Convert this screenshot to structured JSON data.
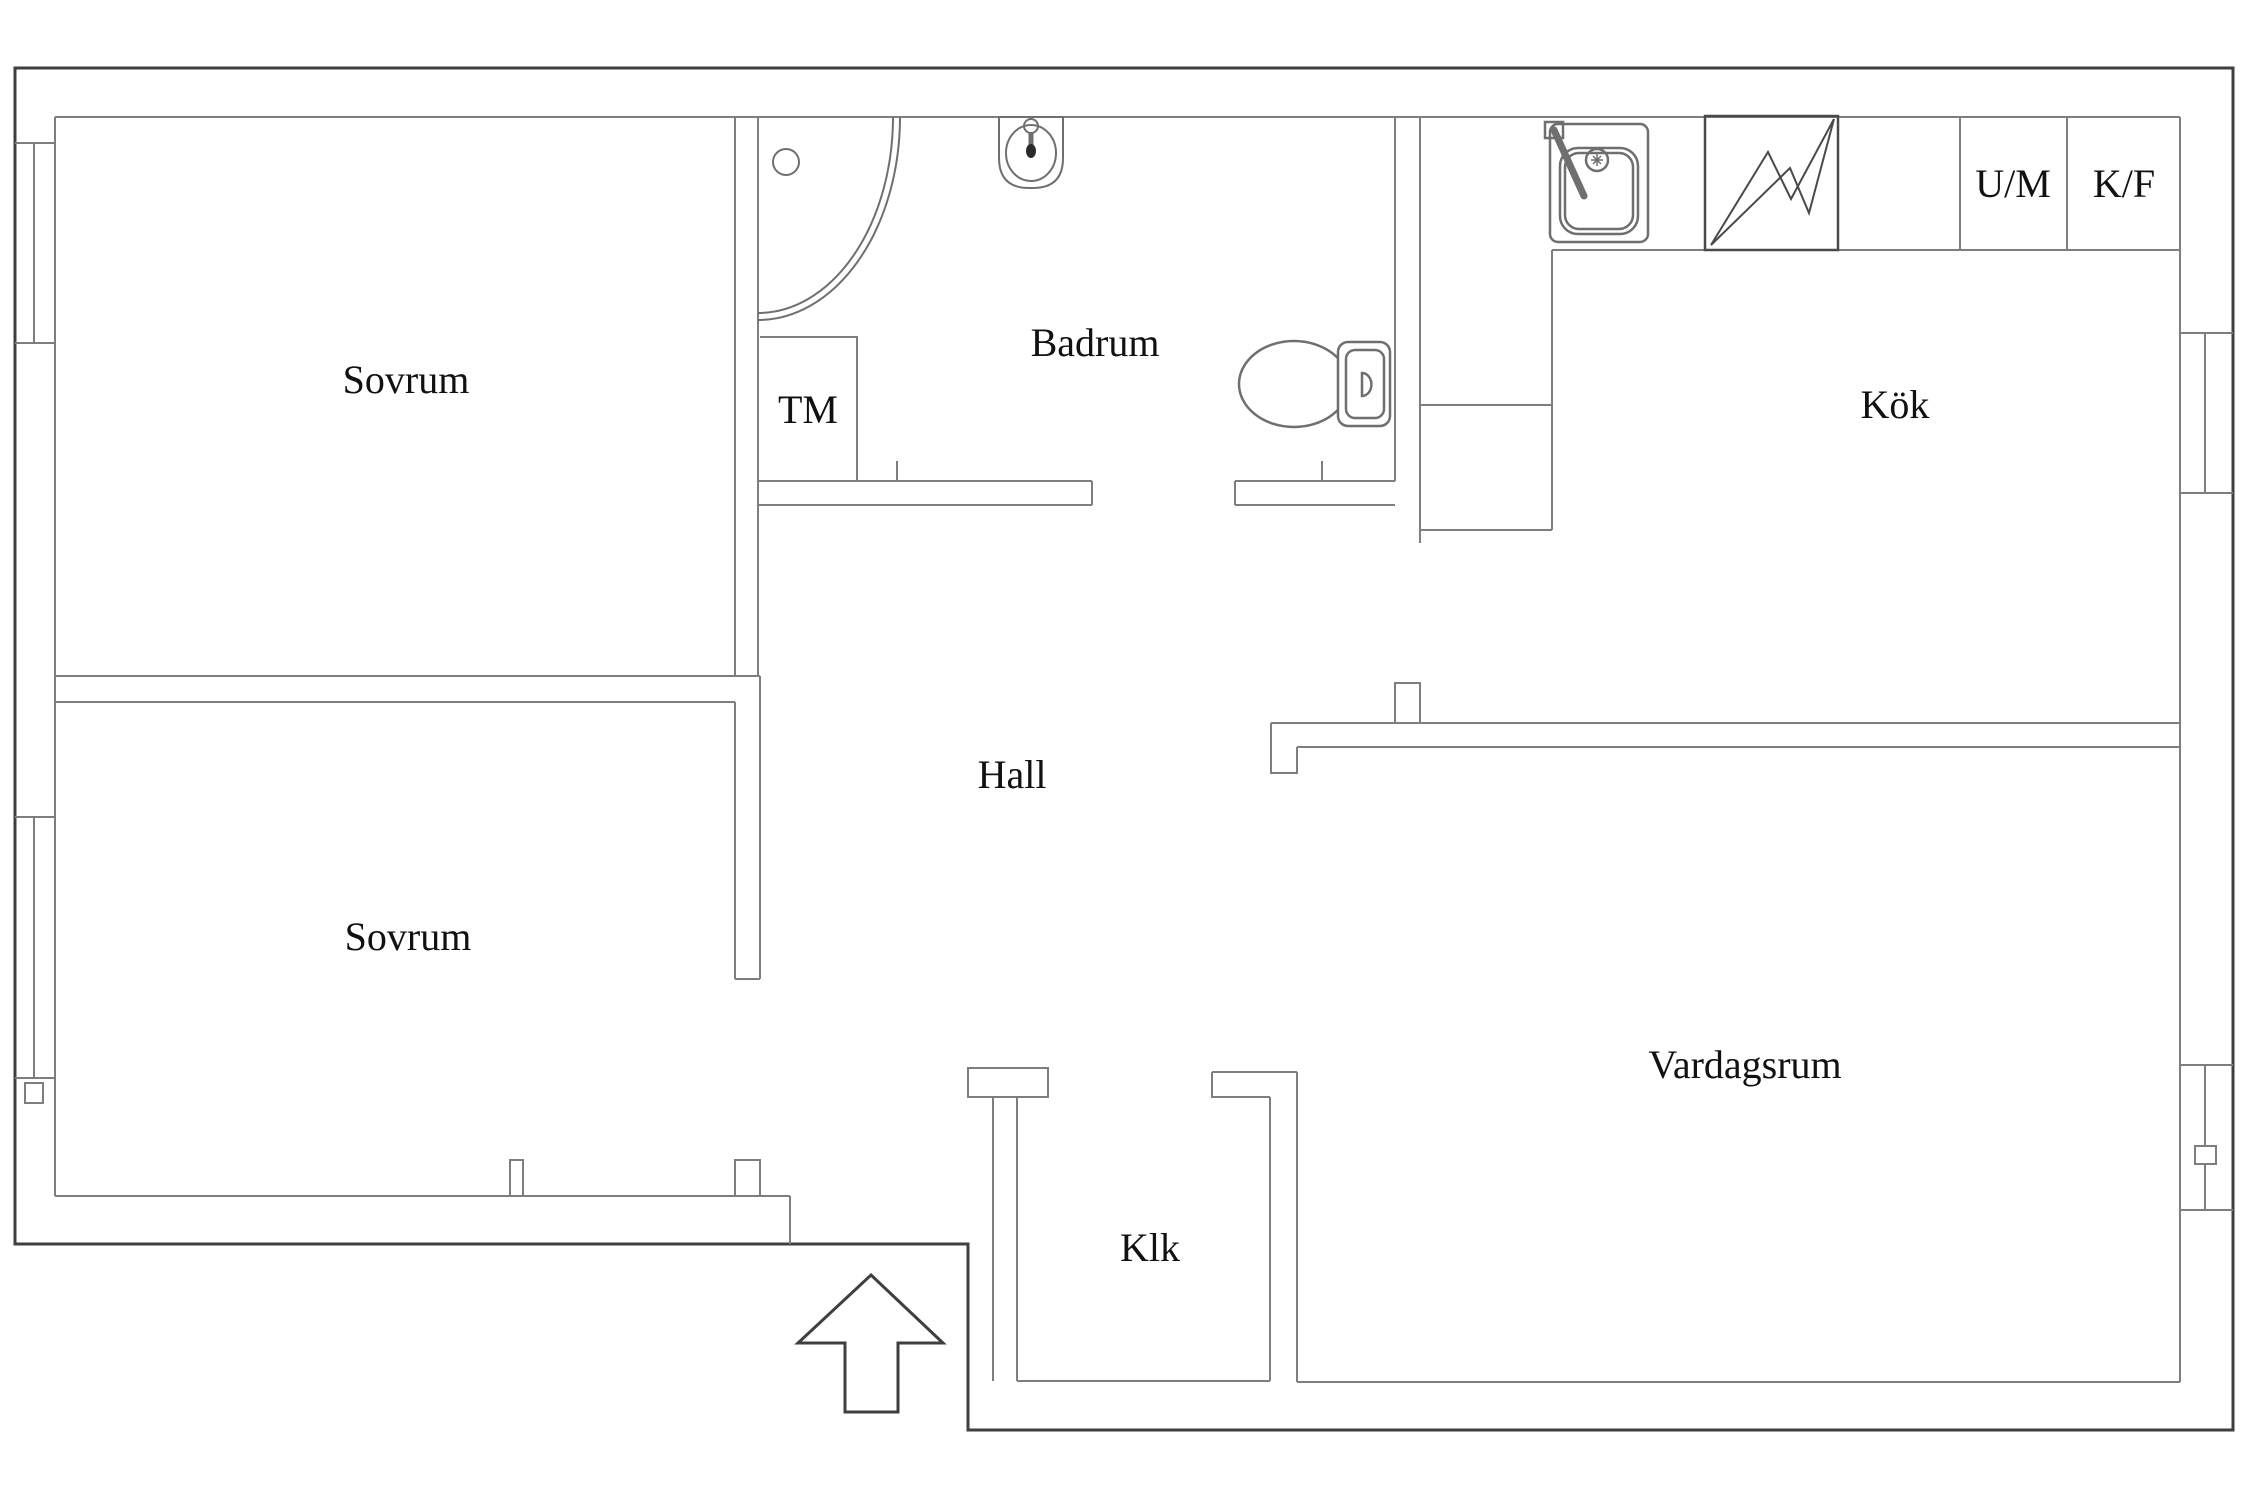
{
  "plan": {
    "type": "apartment-floor-plan",
    "background_color": "#ffffff",
    "outline_color": "#3f3f3f",
    "wall_color": "#7e7e7e",
    "fixture_color": "#6f6f6f",
    "label_color": "#111111",
    "rooms": [
      {
        "name": "sovrum-1",
        "label": "Sovrum"
      },
      {
        "name": "badrum",
        "label": "Badrum"
      },
      {
        "name": "tm",
        "label": "TM"
      },
      {
        "name": "kok",
        "label": "Kök"
      },
      {
        "name": "um",
        "label": "U/M"
      },
      {
        "name": "kf",
        "label": "K/F"
      },
      {
        "name": "sovrum-2",
        "label": "Sovrum"
      },
      {
        "name": "hall",
        "label": "Hall"
      },
      {
        "name": "vardagsrum",
        "label": "Vardagsrum"
      },
      {
        "name": "klk",
        "label": "Klk"
      }
    ],
    "icons": [
      "shower-icon",
      "bathroom-sink-icon",
      "toilet-icon",
      "kitchen-sink-icon",
      "stove-icon",
      "window-icon",
      "entrance-arrow-icon"
    ]
  }
}
